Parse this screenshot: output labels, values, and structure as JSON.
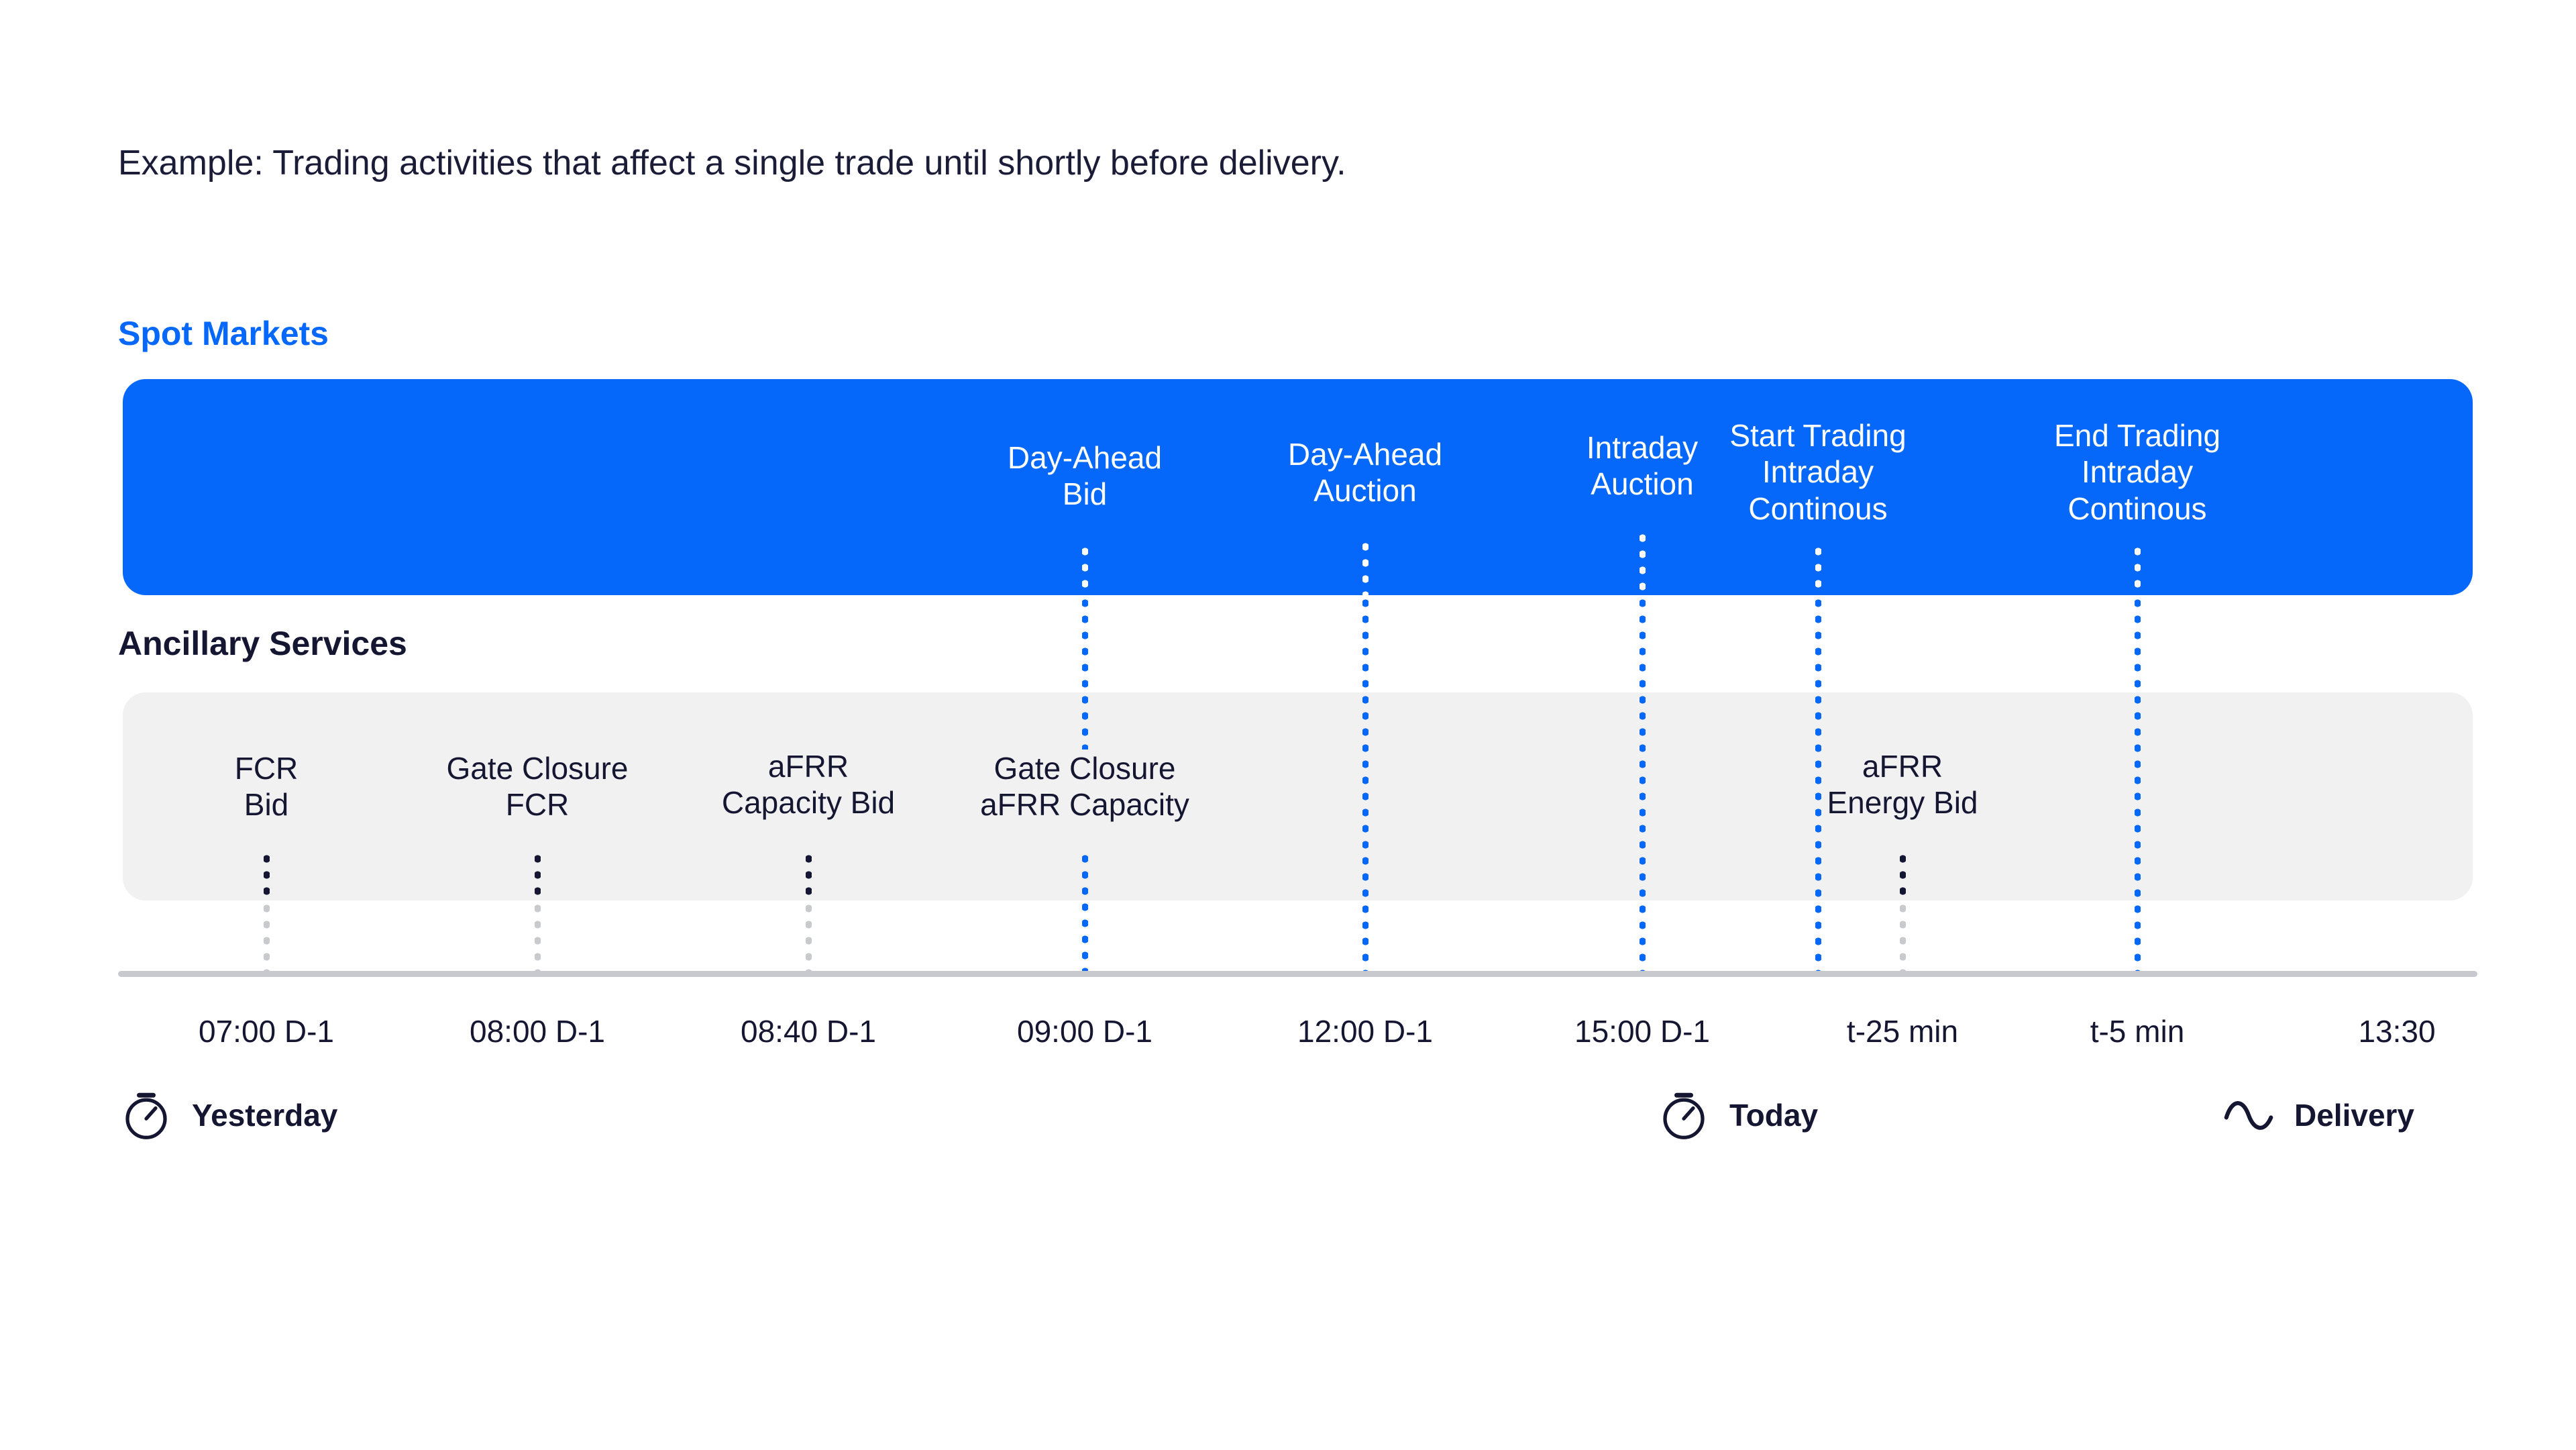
{
  "intro": {
    "text": "Example: Trading activities that affect a single trade until shortly before delivery."
  },
  "sections": {
    "spot": {
      "heading": "Spot Markets",
      "color": "#0568fa"
    },
    "ancillary": {
      "heading": "Ancillary Services",
      "color": "#f1f1f1"
    }
  },
  "chart_data": {
    "type": "timeline",
    "title": "Trading activities that affect a single trade until shortly before delivery",
    "tracks": [
      "Spot Markets",
      "Ancillary Services"
    ],
    "axis_ticks": [
      "07:00 D-1",
      "08:00 D-1",
      "08:40 D-1",
      "09:00 D-1",
      "12:00 D-1",
      "15:00 D-1",
      "t-25 min",
      "t-5 min",
      "13:30"
    ],
    "events": [
      {
        "time": "07:00 D-1",
        "track": "Ancillary Services",
        "label_line1": "FCR",
        "label_line2": "Bid",
        "label_line3": ""
      },
      {
        "time": "08:00 D-1",
        "track": "Ancillary Services",
        "label_line1": "Gate Closure",
        "label_line2": "FCR",
        "label_line3": ""
      },
      {
        "time": "08:40 D-1",
        "track": "Ancillary Services",
        "label_line1": "aFRR",
        "label_line2": "Capacity Bid",
        "label_line3": ""
      },
      {
        "time": "09:00 D-1",
        "track": "Spot Markets",
        "label_line1": "Day-Ahead",
        "label_line2": "Bid",
        "label_line3": ""
      },
      {
        "time": "09:00 D-1",
        "track": "Ancillary Services",
        "label_line1": "Gate Closure",
        "label_line2": "aFRR Capacity",
        "label_line3": ""
      },
      {
        "time": "12:00 D-1",
        "track": "Spot Markets",
        "label_line1": "Day-Ahead",
        "label_line2": "Auction",
        "label_line3": ""
      },
      {
        "time": "15:00 D-1",
        "track": "Spot Markets",
        "label_line1": "Intraday",
        "label_line2": "Auction",
        "label_line3": ""
      },
      {
        "time": "t-25 min",
        "track": "Spot Markets",
        "label_line1": "Start Trading",
        "label_line2": "Intraday",
        "label_line3": "Continous"
      },
      {
        "time": "t-25 min",
        "track": "Ancillary Services",
        "label_line1": "aFRR",
        "label_line2": "Energy Bid",
        "label_line3": ""
      },
      {
        "time": "t-5 min",
        "track": "Spot Markets",
        "label_line1": "End Trading",
        "label_line2": "Intraday",
        "label_line3": "Continous"
      }
    ]
  },
  "labels": {
    "fcr_bid_l1": "FCR",
    "fcr_bid_l2": "Bid",
    "gate_closure_fcr_l1": "Gate Closure",
    "gate_closure_fcr_l2": "FCR",
    "afrr_capacity_bid_l1": "aFRR",
    "afrr_capacity_bid_l2": "Capacity Bid",
    "day_ahead_bid_l1": "Day-Ahead",
    "day_ahead_bid_l2": "Bid",
    "gate_closure_afrr_l1": "Gate Closure",
    "gate_closure_afrr_l2": "aFRR Capacity",
    "day_ahead_auction_l1": "Day-Ahead",
    "day_ahead_auction_l2": "Auction",
    "intraday_auction_l1": "Intraday",
    "intraday_auction_l2": "Auction",
    "start_trading_l1": "Start Trading",
    "start_trading_l2": "Intraday",
    "start_trading_l3": "Continous",
    "afrr_energy_bid_l1": "aFRR",
    "afrr_energy_bid_l2": "Energy Bid",
    "end_trading_l1": "End Trading",
    "end_trading_l2": "Intraday",
    "end_trading_l3": "Continous"
  },
  "ticks": {
    "t1": "07:00 D-1",
    "t2": "08:00 D-1",
    "t3": "08:40 D-1",
    "t4": "09:00 D-1",
    "t5": "12:00 D-1",
    "t6": "15:00 D-1",
    "t7": "t-25 min",
    "t8": "t-5 min",
    "t9": "13:30"
  },
  "legend": {
    "yesterday": {
      "label": "Yesterday",
      "icon": "stopwatch-icon"
    },
    "today": {
      "label": "Today",
      "icon": "stopwatch-icon"
    },
    "delivery": {
      "label": "Delivery",
      "icon": "sine-wave-icon"
    }
  },
  "colors": {
    "accent_blue": "#0568fa",
    "ink": "#151632",
    "band_grey": "#f1f1f1",
    "axis_grey": "#c8c9cf",
    "dot_grey": "#c9cace"
  }
}
